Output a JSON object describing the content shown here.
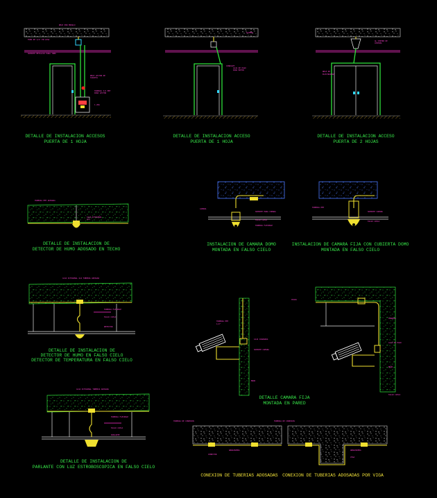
{
  "panels": {
    "door1_caption": [
      "DETALLE DE INSTALACION ACCESOS",
      "PUERTA DE 1 HOJA"
    ],
    "door2_caption": [
      "DETALLE DE INSTALACION ACCESO",
      "PUERTA DE 1 HOJA"
    ],
    "door3_caption": [
      "DETALLE DE INSTALACION ACCESO",
      "PUERTA DE 2 HOJAS"
    ],
    "smoke_caption": [
      "DETALLE DE INSTALACION DE",
      "DETECTOR DE HUMO ADOSADO EN TECHO"
    ],
    "dome_caption": [
      "INSTALACION DE CAMARA DOMO",
      "MONTADA EN FALSO CIELO"
    ],
    "dome_cover_caption": [
      "INSTALACION DE CAMARA FIJA CON CUBIERTA DOMO",
      "MONTADA EN FALSO CIELO"
    ],
    "detector_caption": [
      "DETALLE DE INSTALACION DE",
      "DETECTOR DE HUMO EN FALSO CIELO",
      "DETECTOR DE TEMPERATURA EN FALSO CIELO"
    ],
    "wall_camera_caption": [
      "DETALLE CAMARA FIJA",
      "MONTADA EN PARED"
    ],
    "strobe_caption": [
      "DETALLE DE INSTALACION DE",
      "PARLANTE CON LUZ ESTROBOSCOPICA EN FALSO CIELO"
    ],
    "pipe_caption": "CONEXION DE TUBERIAS ADOSADAS",
    "beam_caption": "CONEXION DE TUBERIAS ADOSADAS POR VIGA"
  }
}
